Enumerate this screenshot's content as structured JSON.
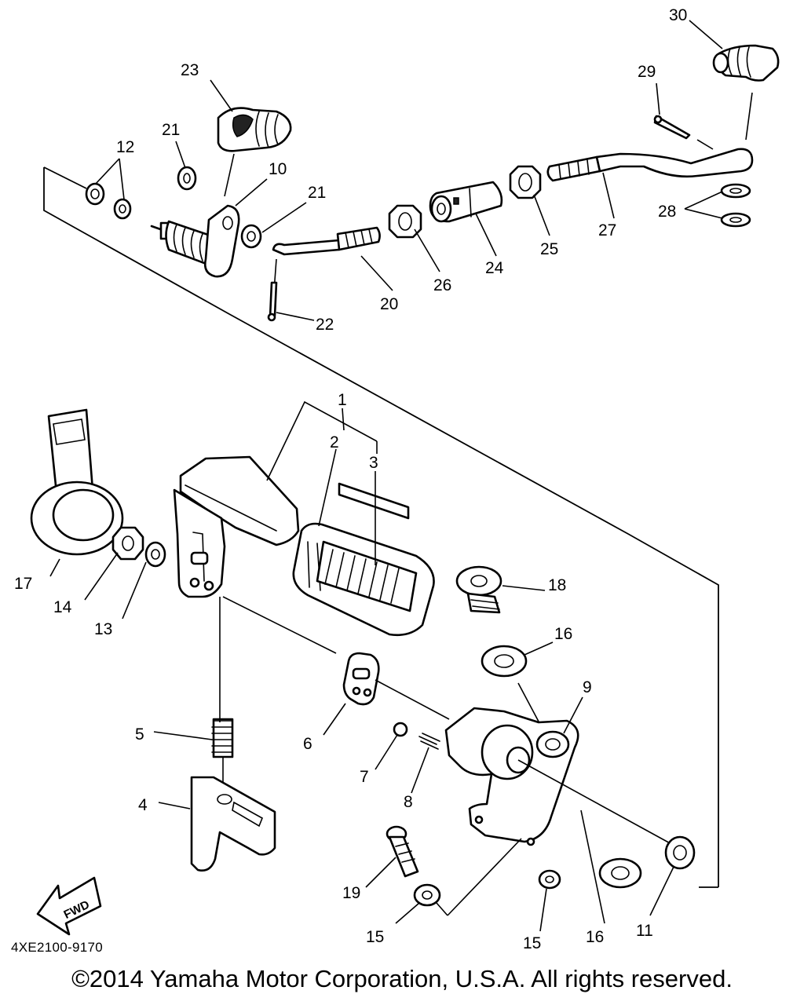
{
  "diagram": {
    "labels": {
      "p1": "1",
      "p2": "2",
      "p3": "3",
      "p4": "4",
      "p5": "5",
      "p6": "6",
      "p7": "7",
      "p8": "8",
      "p9": "9",
      "p10": "10",
      "p11": "11",
      "p12": "12",
      "p13": "13",
      "p14": "14",
      "p15a": "15",
      "p15b": "15",
      "p16a": "16",
      "p16b": "16",
      "p17": "17",
      "p18": "18",
      "p19": "19",
      "p20": "20",
      "p21a": "21",
      "p21b": "21",
      "p22": "22",
      "p23": "23",
      "p24": "24",
      "p25": "25",
      "p26": "26",
      "p27": "27",
      "p28": "28",
      "p29": "29",
      "p30": "30"
    },
    "fwd_label": "FWD"
  },
  "footer": {
    "code": "4XE2100-9170",
    "copyright": "©2014 Yamaha Motor Corporation, U.S.A. All rights reserved."
  }
}
